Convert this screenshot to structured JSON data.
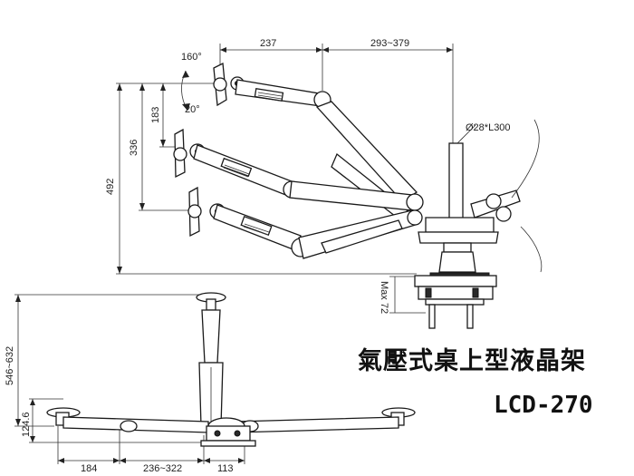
{
  "title": {
    "product_name": "氣壓式桌上型液晶架",
    "model": "LCD-270"
  },
  "side_view": {
    "dim_top_left": "237",
    "dim_top_right": "293~379",
    "dim_tilt_up": "160°",
    "dim_tilt_down": "20°",
    "dim_vertical_small": "183",
    "dim_vertical_mid": "336",
    "dim_vertical_total": "492",
    "dim_pole": "Ø28*L300",
    "dim_clamp": "Max 72"
  },
  "top_view": {
    "dim_height": "546~632",
    "dim_arm_offset": "124.6",
    "dim_left": "184",
    "dim_mid": "236~322",
    "dim_right": "113"
  }
}
